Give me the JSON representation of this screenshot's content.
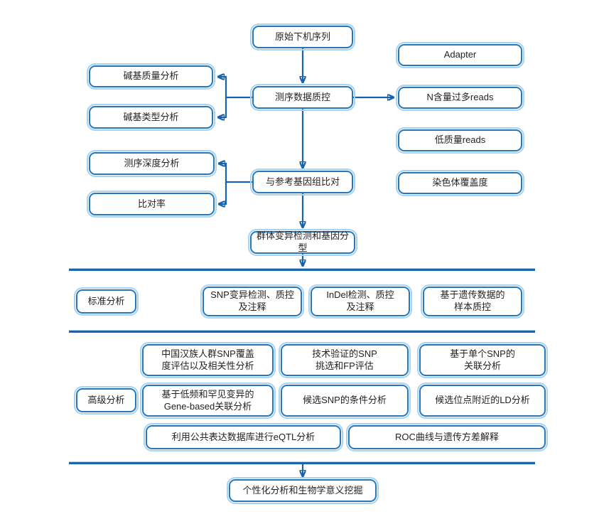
{
  "diagram_type": "flowchart",
  "language": "zh-CN",
  "colors": {
    "box_border": "#2777be",
    "box_outer_highlight": "#a9d4f1",
    "arrow": "#1563ae",
    "divider": "#1b64af",
    "text": "#231f20",
    "background": "#ffffff"
  },
  "nodes": {
    "raw_reads": "原始下机序列",
    "data_qc": "测序数据质控",
    "base_quality": "碱基质量分析",
    "base_type": "碱基类型分析",
    "adapter": "Adapter",
    "n_reads": "N含量过多reads",
    "low_quality": "低质量reads",
    "chrom_coverage": "染色体覆盖度",
    "align_ref": "与参考基因组比对",
    "depth": "测序深度分析",
    "map_rate": "比对率",
    "variant_calling": "群体变异检测和基因分型",
    "standard_label": "标准分析",
    "snp_qc": "SNP变异检测、质控\n及注释",
    "indel_qc": "InDel检测、质控\n及注释",
    "sample_qc": "基于遗传数据的\n样本质控",
    "advanced_label": "高级分析",
    "han_snp_coverage": "中国汉族人群SNP覆盖\n度评估以及相关性分析",
    "validated_snp": "技术验证的SNP\n挑选和FP评估",
    "single_snp_assoc": "基于单个SNP的\n关联分析",
    "gene_based": "基于低频和罕见变异的\nGene-based关联分析",
    "conditional_snp": "候选SNP的条件分析",
    "ld_analysis": "候选位点附近的LD分析",
    "eqtl": "利用公共表达数据库进行eQTL分析",
    "roc": "ROC曲线与遗传方差解释",
    "personalized": "个性化分析和生物学意义挖掘"
  }
}
